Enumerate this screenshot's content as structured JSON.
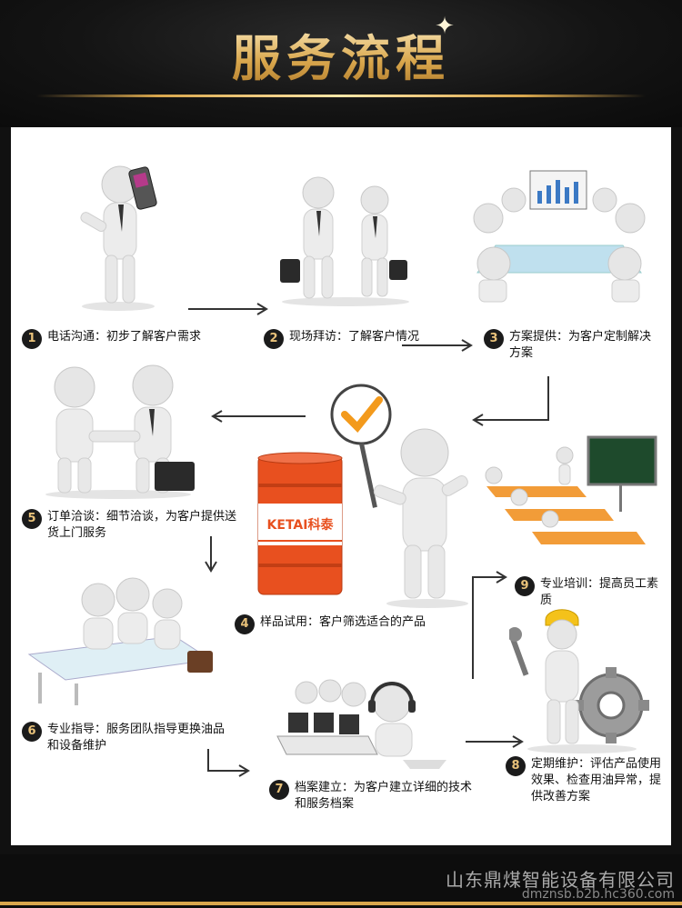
{
  "page": {
    "title": "服务流程",
    "company": "山东鼎煤智能设备有限公司",
    "domain": "dmznsb.b2b.hc360.com"
  },
  "colors": {
    "gold": "#d9a74d",
    "barrel": "#e8501f",
    "badge": "#1b1b1b"
  },
  "steps": [
    {
      "num": "1",
      "text": "电话沟通：初步了解客户需求"
    },
    {
      "num": "2",
      "text": "现场拜访：了解客户情况"
    },
    {
      "num": "3",
      "text": "方案提供：为客户定制解决方案"
    },
    {
      "num": "4",
      "text": "样品试用：客户筛选适合的产品"
    },
    {
      "num": "5",
      "text": "订单洽谈：细节洽谈，为客户提供送货上门服务"
    },
    {
      "num": "6",
      "text": "专业指导：服务团队指导更换油品和设备维护"
    },
    {
      "num": "7",
      "text": "档案建立：为客户建立详细的技术和服务档案"
    },
    {
      "num": "8",
      "text": "定期维护：评估产品使用效果、检查用油异常，提供改善方案"
    },
    {
      "num": "9",
      "text": "专业培训：提高员工素质"
    }
  ],
  "barrel": {
    "brand": "KETAI",
    "brand_cn": "科泰"
  },
  "icons": {
    "check": "check-sign-icon",
    "gear": "gear-icon",
    "wrench": "wrench-icon"
  }
}
